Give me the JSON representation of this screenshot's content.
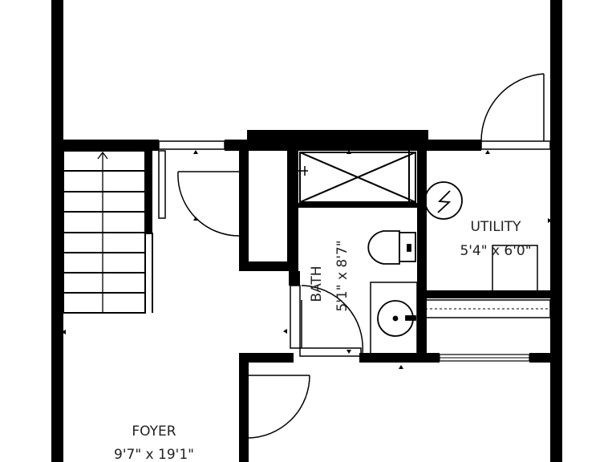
{
  "rooms": {
    "foyer": {
      "name": "FOYER",
      "dims": "9'7\" x 19'1\""
    },
    "utility": {
      "name": "UTILITY",
      "dims": "5'4\" x 6'0\""
    },
    "bath": {
      "name": "BATH",
      "dims": "5'1\" x 8'7\""
    }
  },
  "icons": {
    "water_heater": "water-heater-icon",
    "toilet": "toilet-icon",
    "sink": "sink-icon",
    "shower": "shower-icon",
    "stairs_arrow": "up-arrow-icon"
  }
}
